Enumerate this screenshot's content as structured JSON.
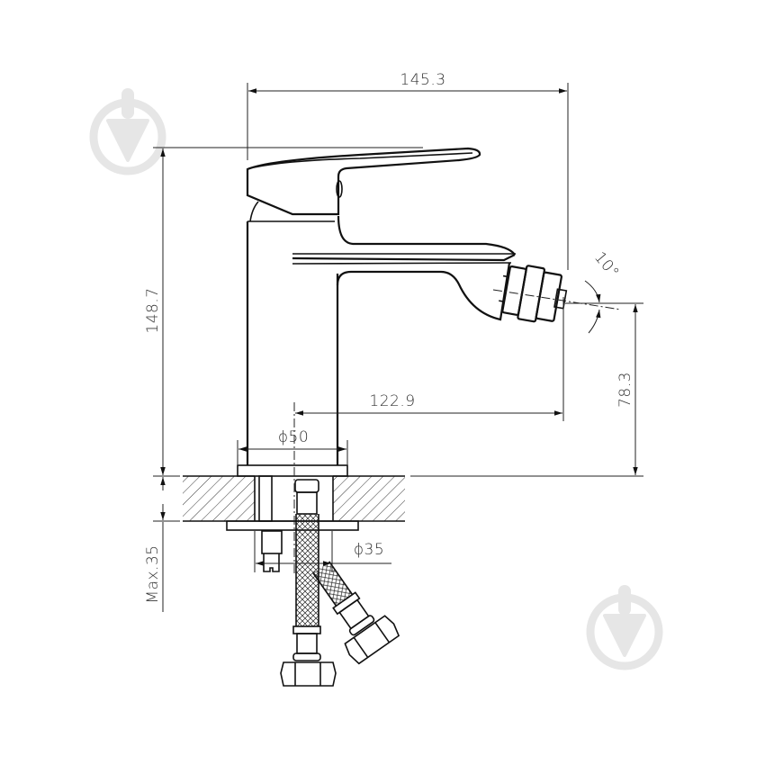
{
  "diagram": {
    "subject": "Bidet mixer faucet technical drawing (side view)",
    "units": "mm",
    "dimensions": {
      "overall_length": "145.3",
      "overall_height": "148.7",
      "spout_reach": "122.9",
      "spout_height": "78.3",
      "base_diameter": "ϕ50",
      "hole_diameter": "ϕ35",
      "max_countertop_thickness": "Max.35",
      "aerator_tilt_angle": "10°"
    },
    "components": [
      "lever-handle",
      "body",
      "spout",
      "swivel-aerator",
      "base-flange",
      "countertop",
      "mounting-stud",
      "fixing-plate",
      "flexible-hose-hot",
      "flexible-hose-cold",
      "hex-nut"
    ],
    "watermarks": 2,
    "colors": {
      "line": "#111111",
      "dimension_text": "#333333",
      "watermark": "#e6e6e6"
    }
  }
}
